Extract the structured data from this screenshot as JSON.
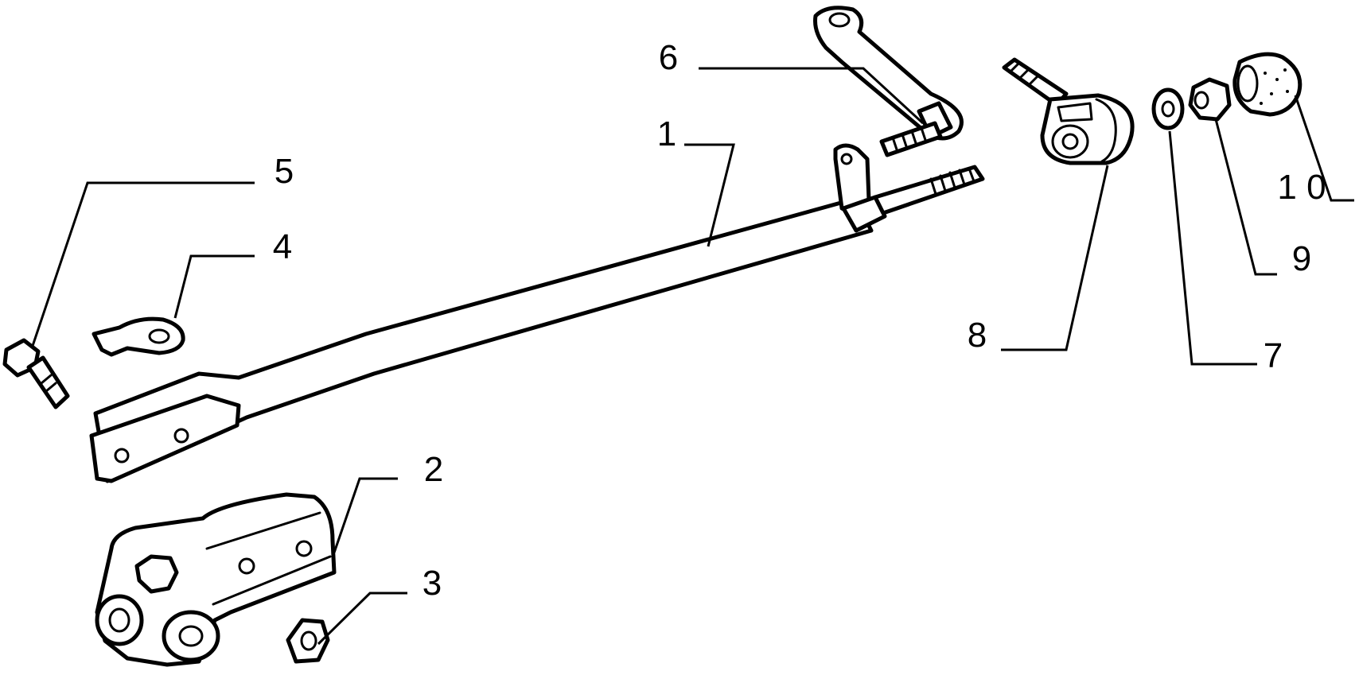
{
  "callouts": [
    {
      "id": "1",
      "label": "1"
    },
    {
      "id": "2",
      "label": "2"
    },
    {
      "id": "3",
      "label": "3"
    },
    {
      "id": "4",
      "label": "4"
    },
    {
      "id": "5",
      "label": "5"
    },
    {
      "id": "6",
      "label": "6"
    },
    {
      "id": "7",
      "label": "7"
    },
    {
      "id": "8",
      "label": "8"
    },
    {
      "id": "9",
      "label": "9"
    },
    {
      "id": "10",
      "label": "1 0"
    }
  ],
  "colors": {
    "line": "#000000",
    "background": "#ffffff"
  }
}
